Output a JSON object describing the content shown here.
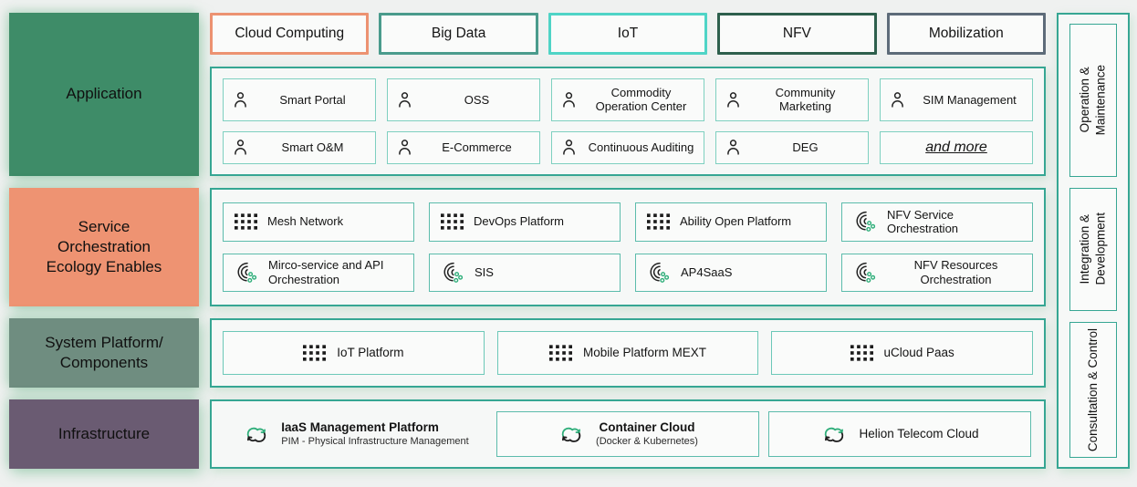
{
  "left_labels": [
    {
      "label": "Application",
      "bg": "#3e8c68"
    },
    {
      "label": "Service Orchestration Ecology Enables",
      "bg": "#ee9372"
    },
    {
      "label": "System Platform/ Components",
      "bg": "#6f8d80"
    },
    {
      "label": "Infrastructure",
      "bg": "#6a5b72"
    }
  ],
  "tabs": [
    {
      "label": "Cloud Computing",
      "border": "#ec9271"
    },
    {
      "label": "Big Data",
      "border": "#4a9b8c"
    },
    {
      "label": "IoT",
      "border": "#4fd4c6"
    },
    {
      "label": "NFV",
      "border": "#2d5f4c"
    },
    {
      "label": "Mobilization",
      "border": "#5d6b79"
    }
  ],
  "app_items": [
    {
      "label": "Smart Portal",
      "icon": "person-icon"
    },
    {
      "label": "OSS",
      "icon": "person-icon"
    },
    {
      "label": "Commodity Operation Center",
      "icon": "person-icon"
    },
    {
      "label": "Community Marketing",
      "icon": "person-icon"
    },
    {
      "label": "SIM Management",
      "icon": "person-icon"
    },
    {
      "label": "Smart O&M",
      "icon": "person-icon"
    },
    {
      "label": "E-Commerce",
      "icon": "person-icon"
    },
    {
      "label": "Continuous Auditing",
      "icon": "person-icon"
    },
    {
      "label": "DEG",
      "icon": "person-icon"
    },
    {
      "label": "and more",
      "icon": null
    }
  ],
  "svc_items": [
    {
      "label": "Mesh Network",
      "icon": "grid-icon"
    },
    {
      "label": "DevOps Platform",
      "icon": "grid-icon"
    },
    {
      "label": "Ability Open Platform",
      "icon": "grid-icon"
    },
    {
      "label": "NFV Service Orchestration",
      "icon": "orchestration-icon"
    },
    {
      "label": "Mirco-service and API Orchestration",
      "icon": "orchestration-icon"
    },
    {
      "label": "SIS",
      "icon": "orchestration-icon"
    },
    {
      "label": "AP4SaaS",
      "icon": "orchestration-icon"
    },
    {
      "label": "NFV Resources Orchestration",
      "icon": "orchestration-icon"
    }
  ],
  "sys_items": [
    {
      "label": "IoT Platform",
      "icon": "grid-icon"
    },
    {
      "label": "Mobile Platform MEXT",
      "icon": "grid-icon"
    },
    {
      "label": "uCloud Paas",
      "icon": "grid-icon"
    }
  ],
  "infra_items": [
    {
      "label": "IaaS Management Platform",
      "sublabel": "PIM - Physical Infrastructure Management",
      "icon": "cloud-sync-icon"
    },
    {
      "label": "Container Cloud",
      "sublabel": "(Docker & Kubernetes)",
      "icon": "cloud-sync-icon"
    },
    {
      "label": "Helion Telecom Cloud",
      "sublabel": "",
      "icon": "cloud-sync-icon"
    }
  ],
  "side_panels": [
    {
      "label": "Operation &\nMaintenance"
    },
    {
      "label": "Integration &\nDevelopment"
    },
    {
      "label": "Consultation & Control"
    }
  ],
  "colors": {
    "container_border": "#36a693",
    "item_border_light": "#7ed0c0",
    "item_border": "#5cbcac",
    "accent_green": "#2fae7a",
    "layer_app": "#3e8c68",
    "layer_svc": "#ee9372",
    "layer_sys": "#6f8d80",
    "layer_infra": "#6a5b72"
  }
}
